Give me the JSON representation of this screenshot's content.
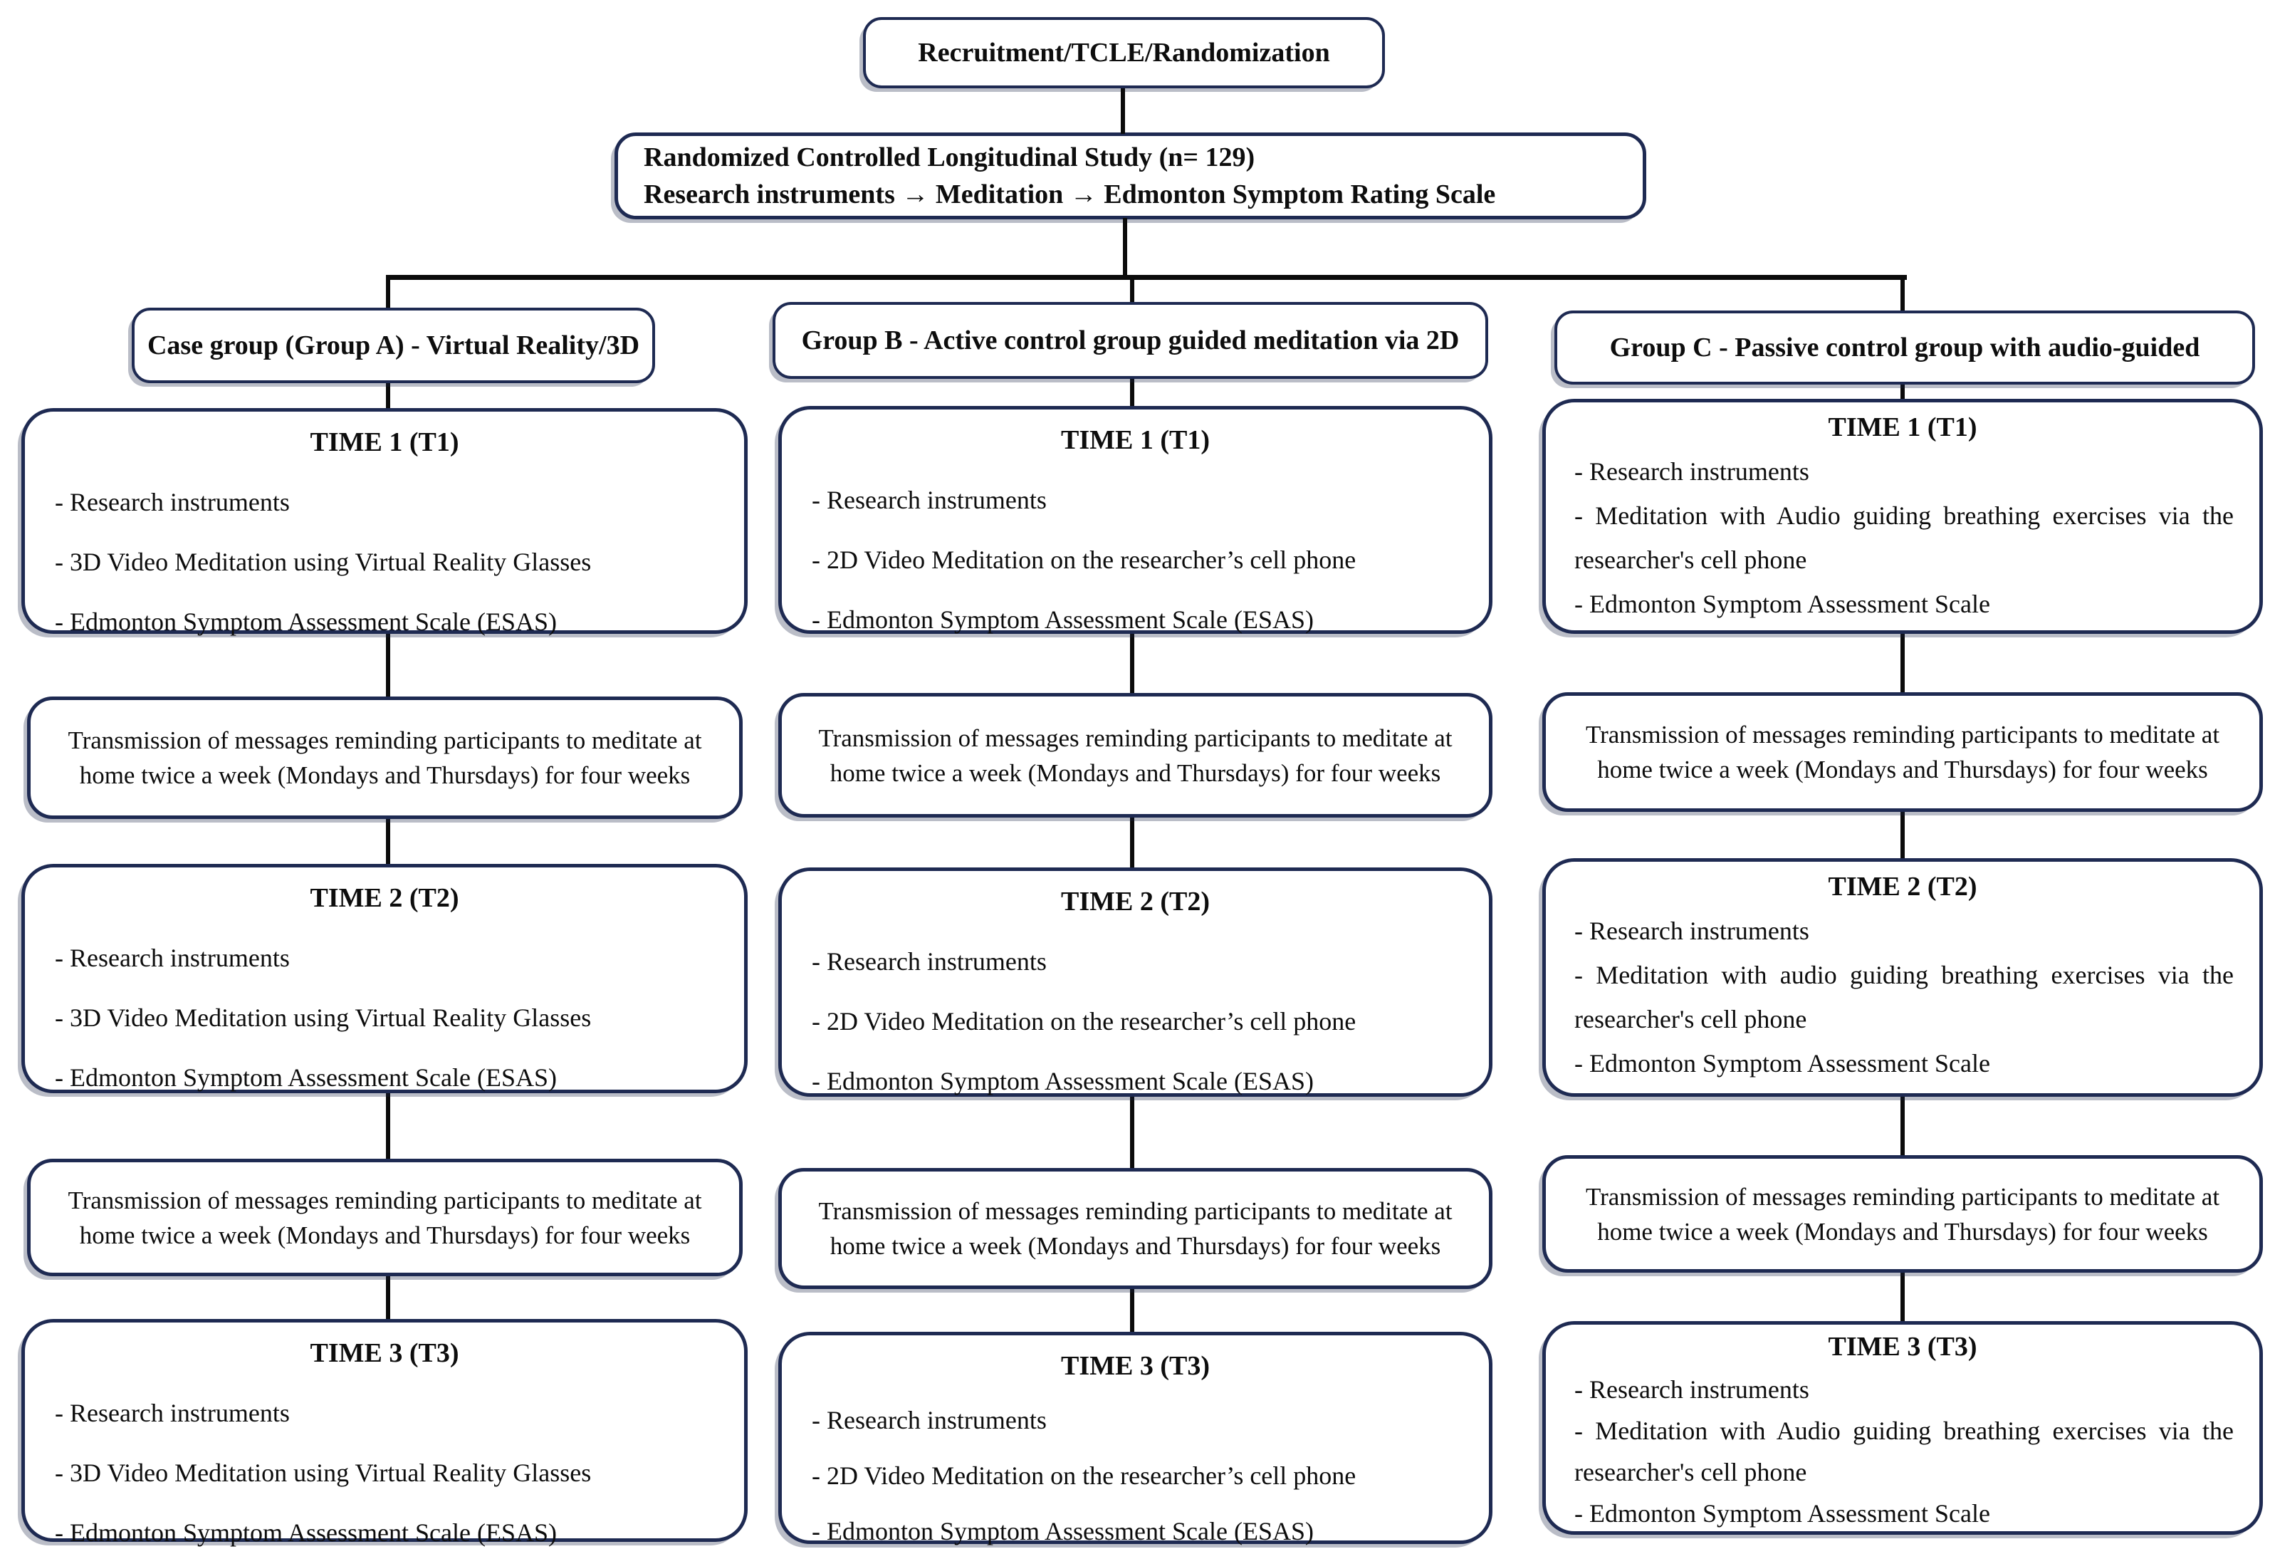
{
  "flowchart": {
    "top_box": "Recruitment/TCLE/Randomization",
    "study_box": {
      "line1": "Randomized Controlled Longitudinal Study (n= 129)",
      "line2": "Research instruments → Meditation →  Edmonton Symptom Rating Scale"
    },
    "transmission": "Transmission of messages reminding participants to meditate at home twice a week (Mondays and Thursdays) for four weeks",
    "columns": [
      {
        "header": "Case group (Group A) - Virtual Reality/3D",
        "time_boxes": [
          {
            "title": "TIME 1 (T1)",
            "items": [
              "- Research instruments",
              "- 3D Video Meditation using Virtual Reality Glasses",
              "- Edmonton Symptom Assessment Scale (ESAS)"
            ]
          },
          {
            "title": "TIME 2 (T2)",
            "items": [
              "- Research instruments",
              "- 3D Video Meditation using Virtual Reality Glasses",
              "- Edmonton Symptom Assessment Scale (ESAS)"
            ]
          },
          {
            "title": "TIME 3 (T3)",
            "items": [
              "- Research instruments",
              "- 3D Video Meditation using Virtual Reality Glasses",
              "- Edmonton Symptom Assessment Scale (ESAS)"
            ]
          }
        ]
      },
      {
        "header": "Group B - Active control group guided meditation via 2D",
        "time_boxes": [
          {
            "title": "TIME 1 (T1)",
            "items": [
              "- Research instruments",
              "- 2D Video Meditation on the researcher’s cell phone",
              "- Edmonton Symptom Assessment Scale (ESAS)"
            ]
          },
          {
            "title": "TIME 2 (T2)",
            "items": [
              "- Research instruments",
              "- 2D Video Meditation on the researcher’s cell phone",
              "- Edmonton Symptom Assessment Scale (ESAS)"
            ]
          },
          {
            "title": "TIME 3 (T3)",
            "items": [
              "- Research instruments",
              "- 2D Video Meditation on the researcher’s cell phone",
              "- Edmonton Symptom Assessment Scale (ESAS)"
            ]
          }
        ]
      },
      {
        "header": "Group C - Passive control group with audio-guided",
        "time_boxes": [
          {
            "title": "TIME 1 (T1)",
            "items": [
              "- Research instruments",
              "- Meditation with Audio guiding breathing exercises via the researcher's cell phone",
              "- Edmonton Symptom Assessment Scale"
            ]
          },
          {
            "title": "TIME 2 (T2)",
            "items": [
              "- Research instruments",
              "- Meditation with audio guiding breathing exercises via the researcher's cell phone",
              "- Edmonton Symptom Assessment Scale"
            ]
          },
          {
            "title": "TIME 3 (T3)",
            "items": [
              "- Research instruments",
              "- Meditation with Audio guiding breathing exercises via the researcher's cell phone",
              "- Edmonton Symptom Assessment Scale"
            ]
          }
        ]
      }
    ]
  }
}
